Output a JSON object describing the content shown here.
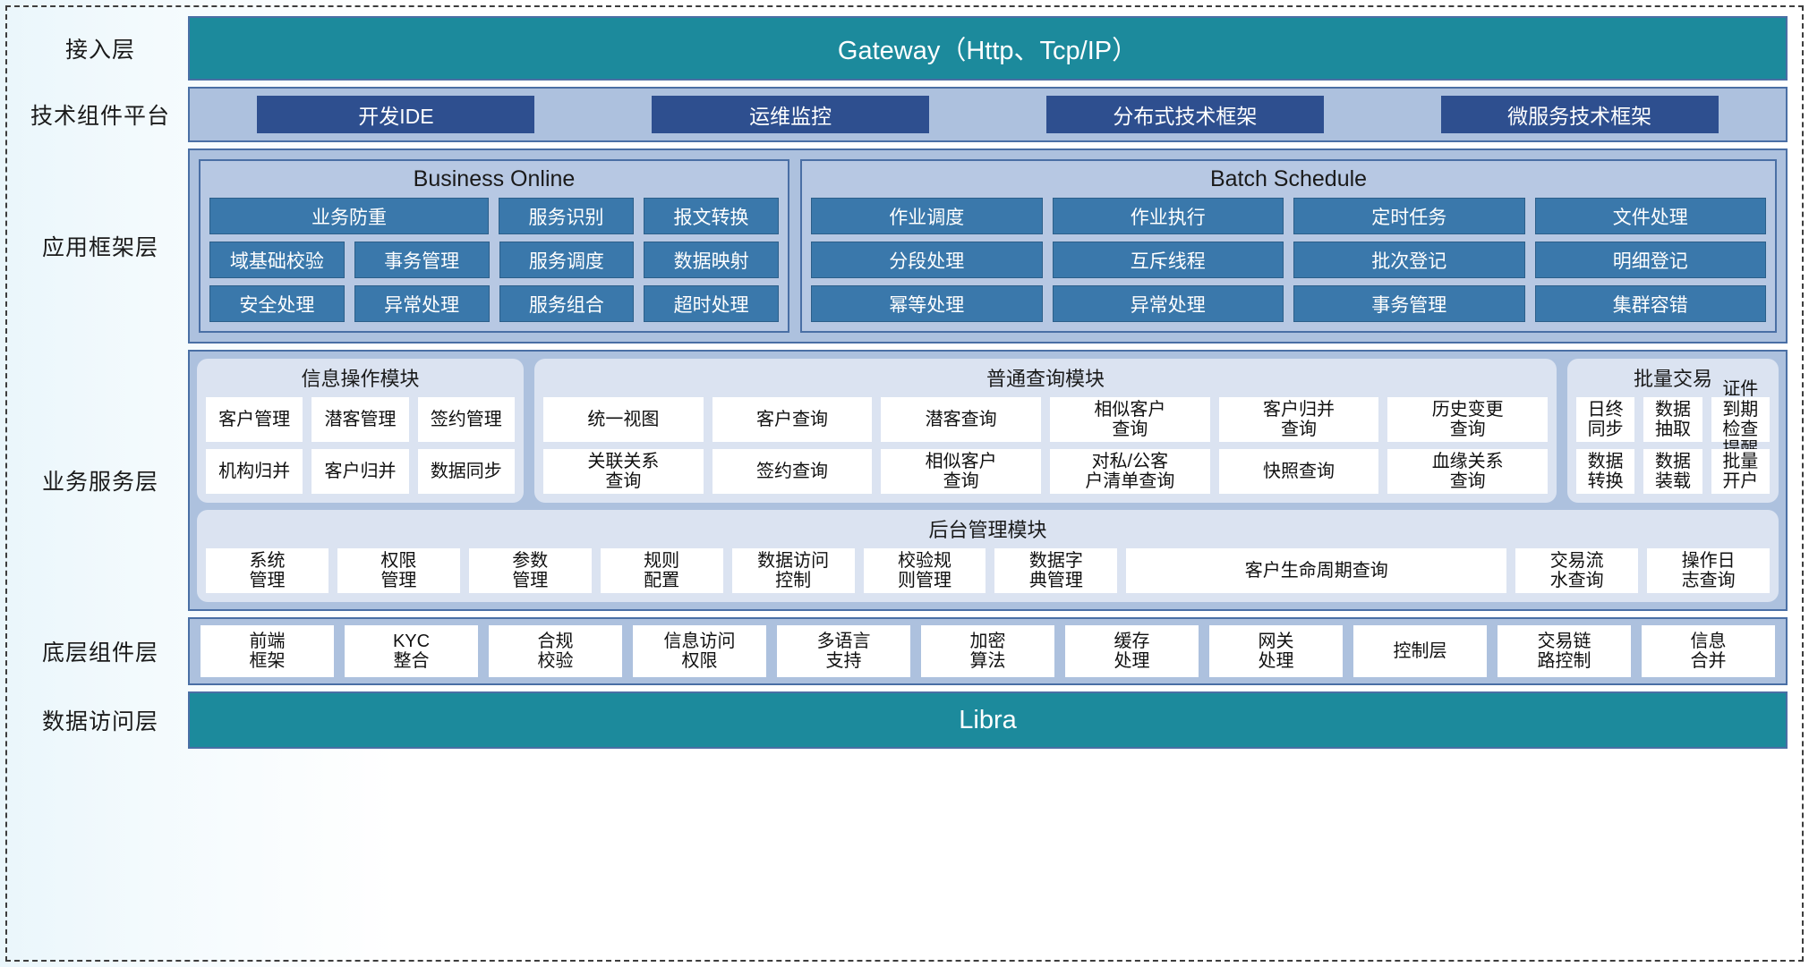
{
  "layers": [
    {
      "label": "接入层",
      "name": "access-layer"
    },
    {
      "label": "技术组件平台",
      "name": "tech-component-platform"
    },
    {
      "label": "应用框架层",
      "name": "application-framework-layer"
    },
    {
      "label": "业务服务层",
      "name": "business-service-layer"
    },
    {
      "label": "底层组件层",
      "name": "base-component-layer"
    },
    {
      "label": "数据访问层",
      "name": "data-access-layer"
    }
  ],
  "access": {
    "gateway_label": "Gateway（Http、Tcp/IP）"
  },
  "tech": {
    "chips": [
      "开发IDE",
      "运维监控",
      "分布式技术框架",
      "微服务技术框架"
    ]
  },
  "app_framework": {
    "online": {
      "title": "Business Online",
      "rows": [
        [
          "业务防重",
          "服务识别",
          "报文转换"
        ],
        [
          "域基础校验",
          "事务管理",
          "服务调度",
          "数据映射"
        ],
        [
          "安全处理",
          "异常处理",
          "服务组合",
          "超时处理"
        ]
      ]
    },
    "batch": {
      "title": "Batch Schedule",
      "rows": [
        [
          "作业调度",
          "作业执行",
          "定时任务",
          "文件处理"
        ],
        [
          "分段处理",
          "互斥线程",
          "批次登记",
          "明细登记"
        ],
        [
          "幂等处理",
          "异常处理",
          "事务管理",
          "集群容错"
        ]
      ]
    }
  },
  "business_service": {
    "info_module": {
      "title": "信息操作模块",
      "rows": [
        [
          "客户管理",
          "潜客管理",
          "签约管理"
        ],
        [
          "机构归并",
          "客户归并",
          "数据同步"
        ]
      ]
    },
    "query_module": {
      "title": "普通查询模块",
      "rows": [
        [
          "统一视图",
          "客户查询",
          "潜客查询",
          "相似客户\n查询",
          "客户归并\n查询",
          "历史变更\n查询"
        ],
        [
          "关联关系\n查询",
          "签约查询",
          "相似客户\n查询",
          "对私/公客\n户清单查询",
          "快照查询",
          "血缘关系\n查询"
        ]
      ]
    },
    "batch_tx_module": {
      "title": "批量交易",
      "rows": [
        [
          "日终\n同步",
          "数据\n抽取",
          "证件到期\n检查提醒"
        ],
        [
          "数据\n转换",
          "数据\n装载",
          "批量\n开户"
        ]
      ]
    },
    "backend_module": {
      "title": "后台管理模块",
      "row": [
        "系统\n管理",
        "权限\n管理",
        "参数\n管理",
        "规则\n配置",
        "数据访问\n控制",
        "校验规\n则管理",
        "数据字\n典管理",
        "客户生命周期查询",
        "交易流\n水查询",
        "操作日\n志查询"
      ]
    }
  },
  "base_components": {
    "items": [
      "前端\n框架",
      "KYC\n整合",
      "合规\n校验",
      "信息访问\n权限",
      "多语言\n支持",
      "加密\n算法",
      "缓存\n处理",
      "网关\n处理",
      "控制层",
      "交易链\n路控制",
      "信息\n合并"
    ]
  },
  "data_access": {
    "label": "Libra"
  },
  "colors": {
    "teal": "#1c8a9c",
    "panel_blue": "#adc1de",
    "chip_blue": "#3a78ab",
    "tech_chip": "#2e4f8f",
    "card_bg": "#dbe3f1",
    "border": "#4a6fa5"
  }
}
